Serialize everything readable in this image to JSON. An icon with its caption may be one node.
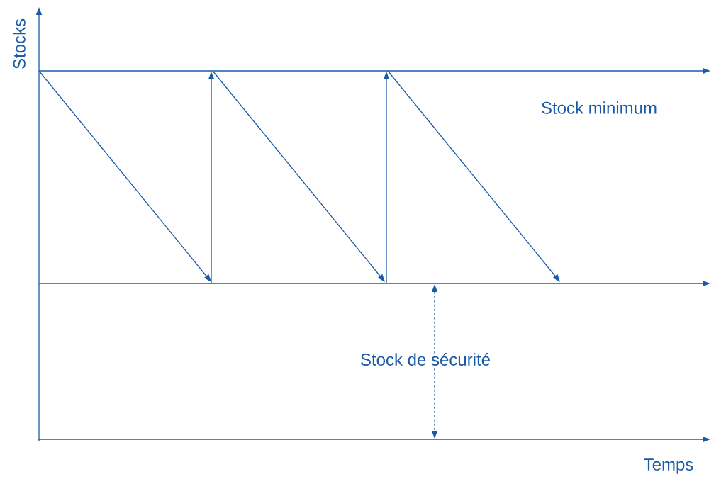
{
  "diagram": {
    "labels": [
      "Stocks",
      "Stock minimum",
      "Stock de sécurité",
      "Temps"
    ]
  }
}
